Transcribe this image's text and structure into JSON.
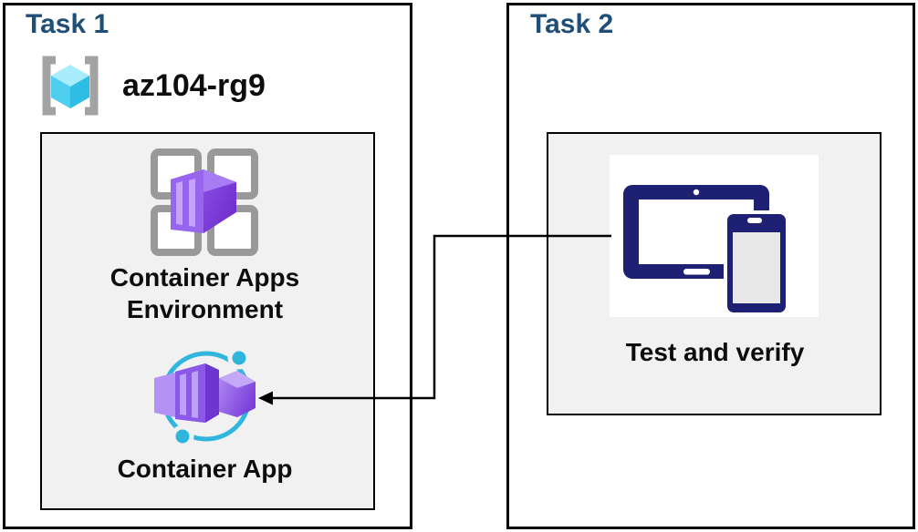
{
  "task1": {
    "title": "Task 1",
    "resource_group": {
      "name": "az104-rg9",
      "icon": "resource-group-icon"
    },
    "environment": {
      "label": "Container Apps Environment",
      "icon": "container-apps-environment-icon"
    },
    "container_app": {
      "label": "Container App",
      "icon": "container-app-icon"
    }
  },
  "task2": {
    "title": "Task 2",
    "test_and_verify": {
      "label": "Test and verify",
      "icon": "devices-icon"
    }
  },
  "connector": {
    "from": "test-and-verify",
    "to": "container-app",
    "style": "elbow-arrow-left"
  },
  "colors": {
    "title_blue": "#1F4E79",
    "label_black": "#0D0D0D",
    "panel_gray": "#F1F1F1",
    "border_black": "#000000",
    "device_navy": "#1D2073",
    "purple_light": "#C3A6F8",
    "purple_mid": "#9765EE",
    "purple_dark": "#6A28C8",
    "cyan_ring": "#30B6DC",
    "cube_top": "#A9ECFB",
    "cube_left": "#4ECFF0",
    "cube_right": "#2EBDE4",
    "bracket_gray": "#A3A3A3",
    "frame_gray": "#999999"
  }
}
